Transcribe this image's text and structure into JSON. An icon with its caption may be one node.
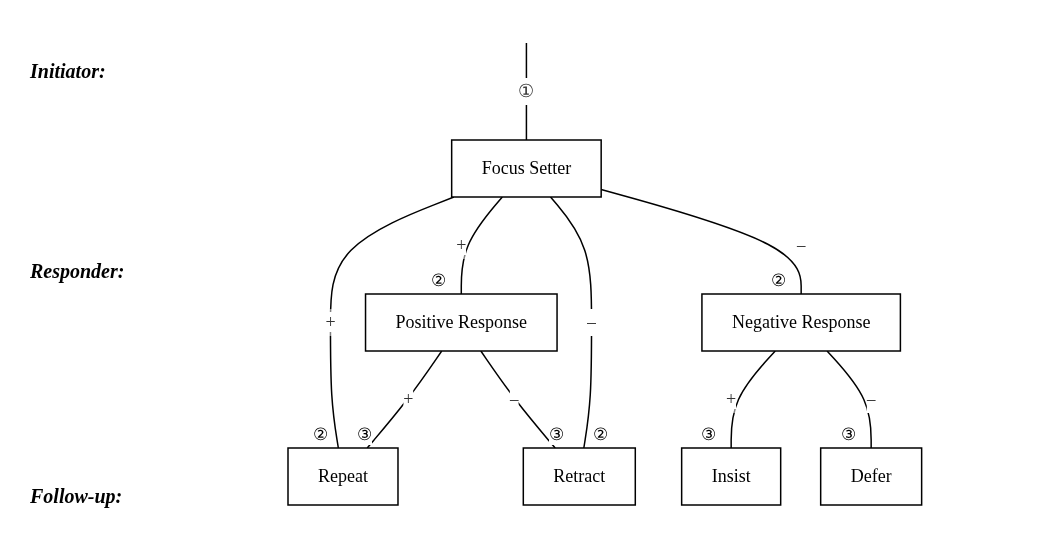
{
  "diagram": {
    "nodes": [
      {
        "text": [
          "Focus Setter"
        ]
      },
      {
        "text": [
          "Positive Response"
        ],
        "beside": [
          "②"
        ]
      },
      {
        "text": [
          "Negative Response"
        ],
        "beside": [
          "②"
        ]
      },
      {
        "text": [
          "Repeat"
        ],
        "beside": [
          "②",
          "③"
        ]
      },
      {
        "text": [
          "Retract"
        ],
        "beside": [
          "③",
          "②"
        ]
      },
      {
        "text": [
          "Insist"
        ],
        "beside": [
          "③"
        ]
      },
      {
        "text": [
          "Defer"
        ],
        "beside": [
          "③"
        ]
      }
    ],
    "edges": [
      {
        "from": null,
        "to": 0,
        "arrow": "none",
        "label": "①"
      },
      {
        "from": 0,
        "to": 3,
        "arrow": "none",
        "label": "+"
      },
      {
        "from": 0,
        "to": 1,
        "arrow": "none",
        "label": "+"
      },
      {
        "from": 0,
        "to": 4,
        "arrow": "none",
        "label": "–"
      },
      {
        "from": 0,
        "to": 2,
        "arrow": "none",
        "label": "–"
      },
      {
        "from": 1,
        "to": 3,
        "arrow": "none",
        "label": "+"
      },
      {
        "from": 1,
        "to": 4,
        "arrow": "none",
        "label": "–"
      },
      {
        "from": 2,
        "to": 5,
        "arrow": "none",
        "label": "+"
      },
      {
        "from": 2,
        "to": 6,
        "arrow": "none",
        "label": "–"
      }
    ],
    "labels": [
      "Initiator:",
      "Responder:",
      "Follow-up:"
    ]
  }
}
